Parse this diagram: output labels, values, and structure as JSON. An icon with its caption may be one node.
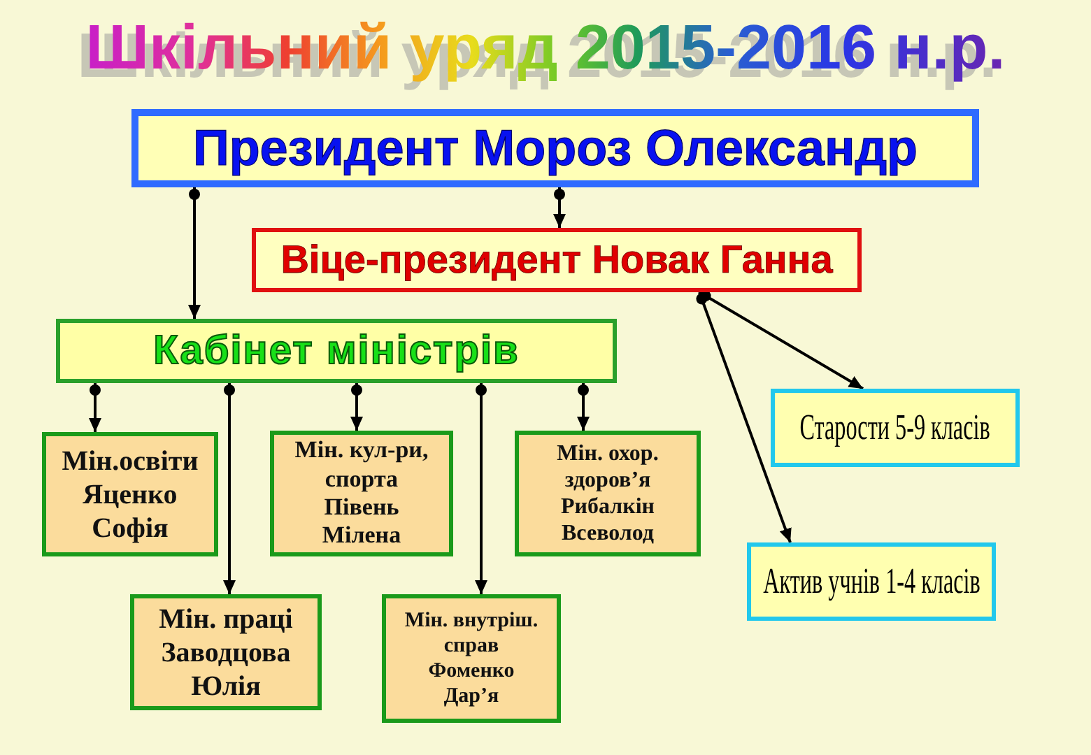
{
  "diagram": {
    "title": "Шкільний уряд 2015-2016 н.р.",
    "nodes": [
      {
        "text": [
          "Президент Мороз Олександр"
        ]
      },
      {
        "text": [
          "Віце-президент Новак Ганна"
        ]
      },
      {
        "text": [
          "Кабінет міністрів"
        ]
      },
      {
        "text": [
          "Старости 5-9 класів"
        ]
      },
      {
        "text": [
          "Мін.освіти Яценко Софія"
        ]
      },
      {
        "text": [
          "Мін. кул-ри, спорта Півень Мілена"
        ]
      },
      {
        "text": [
          "Мін. охор. здоров’я Рибалкін Всеволод"
        ]
      },
      {
        "text": [
          "Актив учнів 1-4 класів"
        ]
      },
      {
        "text": [
          "Мін. праці Заводцова Юлія"
        ]
      },
      {
        "text": [
          "Мін. внутріш. справ Фоменко Дар’я"
        ]
      }
    ],
    "edges": [
      {
        "from": 0,
        "to": 2,
        "arrow": "to"
      },
      {
        "from": 0,
        "to": 1,
        "arrow": "to"
      },
      {
        "from": 1,
        "to": 3,
        "arrow": "to"
      },
      {
        "from": 1,
        "to": 7,
        "arrow": "to"
      },
      {
        "from": 2,
        "to": 4,
        "arrow": "to"
      },
      {
        "from": 2,
        "to": 8,
        "arrow": "to"
      },
      {
        "from": 2,
        "to": 5,
        "arrow": "to"
      },
      {
        "from": 2,
        "to": 9,
        "arrow": "to"
      },
      {
        "from": 2,
        "to": 6,
        "arrow": "to"
      }
    ]
  }
}
